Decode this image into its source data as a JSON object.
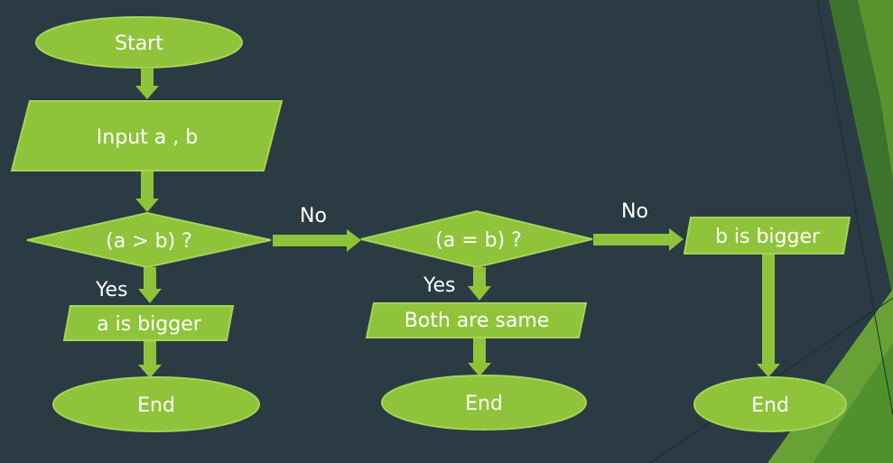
{
  "theme": {
    "background": "#2b3b43",
    "node_fill": "#8fc43a",
    "node_stroke": "#a6d459",
    "arrow_fill": "#8fc43a",
    "accent_dark": "#3f7a2a",
    "accent_mid": "#5e9c2f",
    "accent_light": "#6fae35",
    "text_color": "#ffffff"
  },
  "flowchart": {
    "start": "Start",
    "input": "Input a , b",
    "decision1": "(a  > b)  ?",
    "decision2": "(a  = b)  ?",
    "a_bigger": "a is bigger",
    "both_same": "Both are same",
    "b_bigger": "b is bigger",
    "end1": "End",
    "end2": "End",
    "end3": "End",
    "yes1": "Yes",
    "yes2": "Yes",
    "no1": "No",
    "no2": "No"
  }
}
